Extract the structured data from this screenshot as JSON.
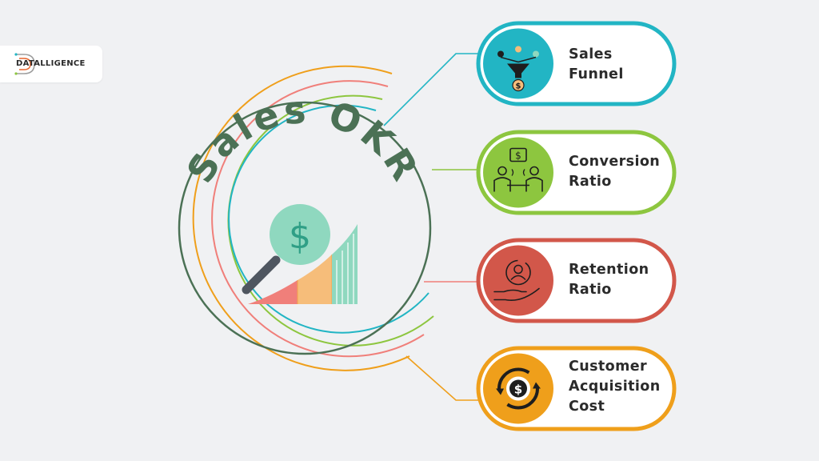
{
  "logo": {
    "text": "DATALLIGENCE"
  },
  "center": {
    "title": "Sales OKR",
    "title_color": "#4b7155"
  },
  "cards": [
    {
      "line1": "Sales",
      "line2": "Funnel",
      "line3": "",
      "color": "#22b5c4",
      "icon": "funnel-icon"
    },
    {
      "line1": "Conversion",
      "line2": "Ratio",
      "line3": "",
      "color": "#8dc63f",
      "icon": "conversation-icon"
    },
    {
      "line1": "Retention",
      "line2": "Ratio",
      "line3": "",
      "color": "#d2574a",
      "icon": "hand-customer-icon"
    },
    {
      "line1": "Customer",
      "line2": "Acquisition",
      "line3": "Cost",
      "color": "#ef9f1b",
      "icon": "dollar-cycle-icon"
    }
  ]
}
